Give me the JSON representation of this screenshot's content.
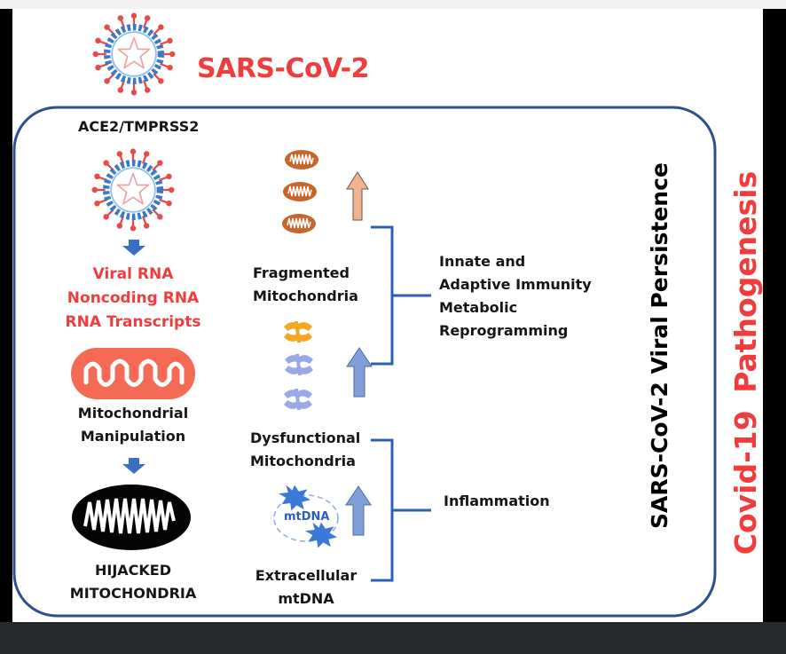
{
  "virus_title": "SARS-CoV-2",
  "receptor_label": "ACE2/TMPRSS2",
  "rna_lines": [
    "Viral RNA",
    "Noncoding RNA",
    "RNA Transcripts"
  ],
  "manipulation_lines": [
    "Mitochondrial",
    "Manipulation"
  ],
  "hijacked_lines": [
    "HIJACKED",
    "MITOCHONDRIA"
  ],
  "fragmented_lines": [
    "Fragmented",
    "Mitochondria"
  ],
  "dysfunctional_lines": [
    "Dysfunctional",
    "Mitochondria"
  ],
  "extracellular_lines": [
    "Extracellular",
    "mtDNA"
  ],
  "mtdna_tag": "mtDNA",
  "immunity_lines": [
    "Innate and",
    "Adaptive Immunity",
    "Metabolic",
    "Reprogramming"
  ],
  "inflammation_label": "Inflammation",
  "persistence_label": "SARS-CoV-2 Viral Persistence",
  "pathogenesis_label": "Covid-19  Pathogenesis",
  "colors": {
    "red": "#f03c3c",
    "frame_blue": "#2c4f8f",
    "arrow_blue": "#7f9fd6",
    "arrow_peach": "#f2b48f",
    "mito_brown": "#c9652a",
    "mito_orange": "#f5a623",
    "mito_lavender": "#9aa8e8",
    "virus_blue": "#3a78c8",
    "bottom_bar": "#26282b"
  },
  "icons": [
    "virus-icon",
    "mitochondrion-icon",
    "fragmented-mitochondria-icon",
    "up-arrow-icon",
    "down-arrow-icon",
    "mtdna-cluster-icon",
    "bracket-icon"
  ]
}
